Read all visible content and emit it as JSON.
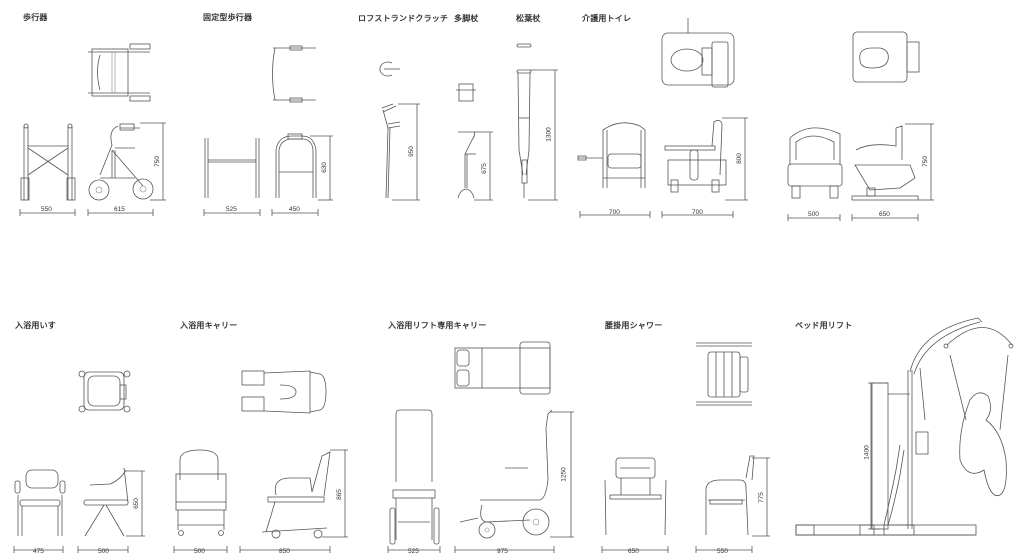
{
  "sheet": {
    "background": "#ffffff",
    "line_color": "#555555"
  },
  "items": [
    {
      "id": "walker",
      "title": "歩行器",
      "dims": {
        "front_width": "550",
        "side_depth": "615",
        "height": "750"
      }
    },
    {
      "id": "fixed_walker",
      "title": "固定型歩行器",
      "dims": {
        "front_width": "525",
        "side_depth": "450",
        "height": "630"
      }
    },
    {
      "id": "lofstrand_crutch",
      "title": "ロフストランドクラッチ",
      "dims": {
        "height": "950"
      }
    },
    {
      "id": "multi_leg_cane",
      "title": "多脚杖",
      "dims": {
        "height": "675"
      }
    },
    {
      "id": "axillary_crutch",
      "title": "松葉杖",
      "dims": {
        "height": "1300"
      }
    },
    {
      "id": "care_toilet",
      "title": "介護用トイレ",
      "dims": {
        "front_width": "700",
        "side_depth": "700",
        "height": "800"
      }
    },
    {
      "id": "care_toilet_2",
      "title": "",
      "dims": {
        "front_width": "500",
        "side_depth": "650",
        "height": "750"
      }
    },
    {
      "id": "bath_chair",
      "title": "入浴用いす",
      "dims": {
        "front_width": "475",
        "side_depth": "500",
        "height": "650"
      }
    },
    {
      "id": "bath_carrier",
      "title": "入浴用キャリー",
      "dims": {
        "front_width": "500",
        "side_depth": "850",
        "height": "865"
      }
    },
    {
      "id": "bath_lift_carrier",
      "title": "入浴用リフト専用キャリー",
      "dims": {
        "front_width": "525",
        "side_depth": "975",
        "height": "1250"
      }
    },
    {
      "id": "shower_bench",
      "title": "腰掛用シャワー",
      "dims": {
        "front_width": "650",
        "side_depth": "550",
        "height": "775"
      }
    },
    {
      "id": "bed_lift",
      "title": "ベッド用リフト",
      "dims": {
        "height": "1400"
      }
    }
  ]
}
